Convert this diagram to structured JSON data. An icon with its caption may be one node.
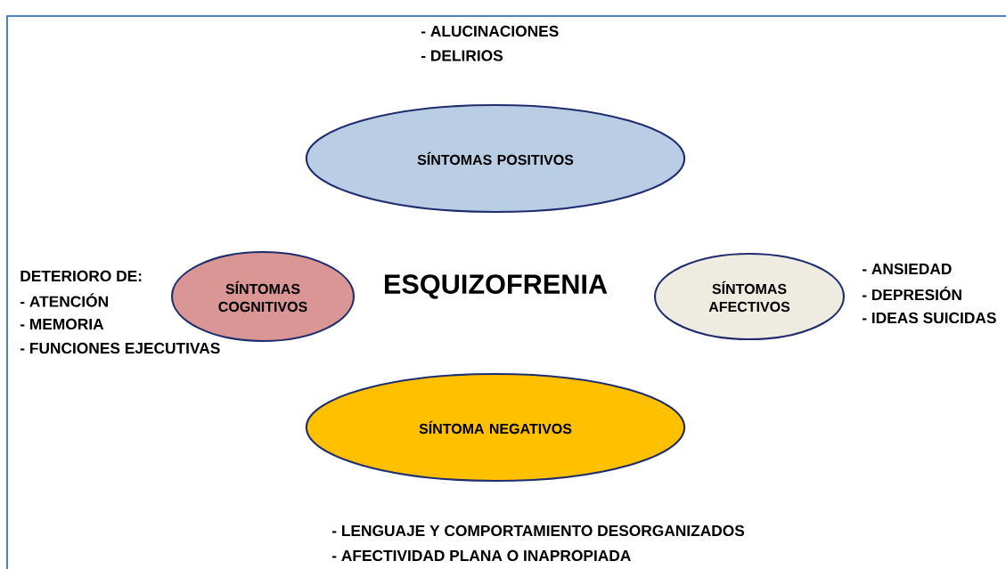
{
  "diagram": {
    "title": "ESQUIZOFRENIA",
    "nodes": [
      {
        "text": [
          "SÍNTOMAS POSITIVOS"
        ],
        "beside": [
          "- ALUCINACIONES",
          "- DELIRIOS"
        ]
      },
      {
        "text": [
          "SÍNTOMAS COGNITIVOS"
        ],
        "beside": [
          "DETERIORO DE:",
          "- ATENCIÓN",
          "- MEMORIA",
          "- FUNCIONES EJECUTIVAS"
        ]
      },
      {
        "text": [
          "SÍNTOMAS AFECTIVOS"
        ],
        "beside": [
          "- ANSIEDAD",
          "- DEPRESIÓN",
          "- IDEAS SUICIDAS"
        ]
      },
      {
        "text": [
          "SÍNTOMA NEGATIVOS"
        ],
        "beside": [
          "- LENGUAJE Y COMPORTAMIENTO DESORGANIZADOS",
          "- AFECTIVIDAD PLANA O INAPROPIADA"
        ]
      }
    ]
  }
}
